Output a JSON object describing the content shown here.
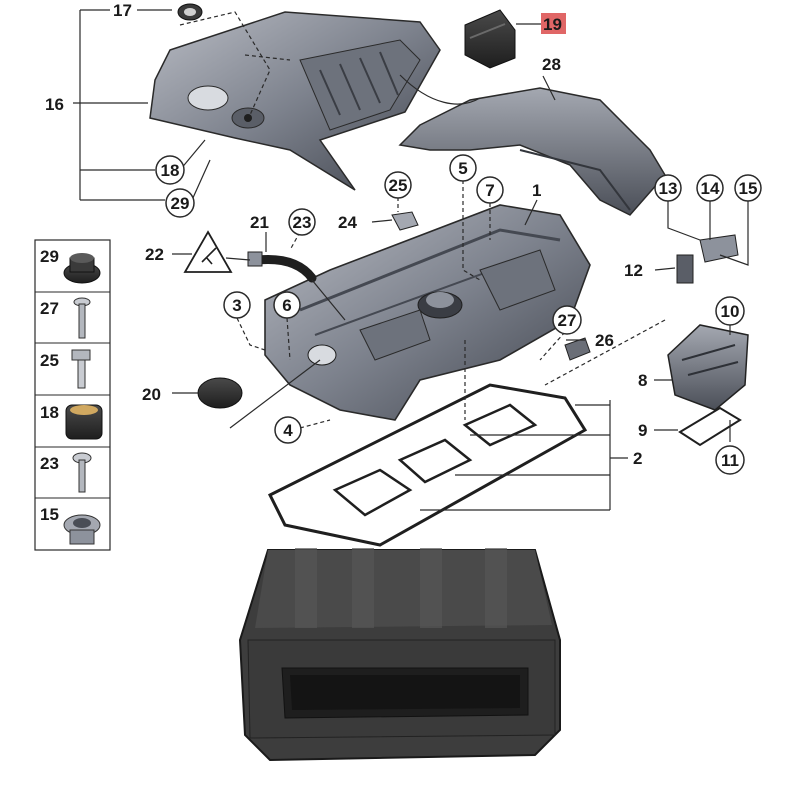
{
  "diagram": {
    "callouts_plain": [
      "17",
      "16",
      "28",
      "1",
      "24",
      "21",
      "22",
      "12",
      "8",
      "9",
      "2",
      "20",
      "26"
    ],
    "callouts_circled": [
      "18",
      "29",
      "5",
      "7",
      "25",
      "23",
      "13",
      "14",
      "15",
      "3",
      "6",
      "10",
      "4",
      "27",
      "11"
    ],
    "highlighted_callout": "19",
    "highlight_color": "#e06666",
    "warning_icon": "electrical-plug-warning-icon"
  },
  "side_panel": {
    "items": [
      {
        "label": "29",
        "part": "rubber-mount-icon"
      },
      {
        "label": "27",
        "part": "bolt-icon"
      },
      {
        "label": "25",
        "part": "hex-bolt-icon"
      },
      {
        "label": "18",
        "part": "rubber-grommet-icon"
      },
      {
        "label": "23",
        "part": "screw-icon"
      },
      {
        "label": "15",
        "part": "plug-screw-icon"
      }
    ]
  }
}
